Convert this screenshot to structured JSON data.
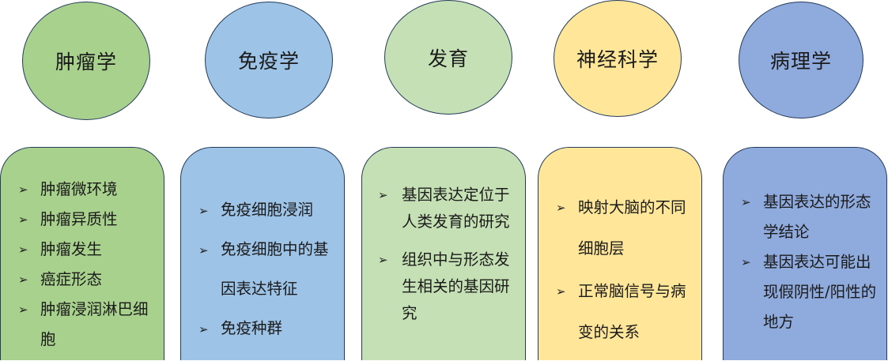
{
  "columns": [
    {
      "title": "肿瘤学",
      "color": "#a9d18e",
      "items": [
        "肿瘤微环境",
        "肿瘤异质性",
        "肿瘤发生",
        "癌症形态",
        "肿瘤浸润淋巴细胞"
      ]
    },
    {
      "title": "免疫学",
      "color": "#9dc3e6",
      "items": [
        "免疫细胞浸润",
        "免疫细胞中的基因表达特征",
        "免疫种群"
      ]
    },
    {
      "title": "发育",
      "color": "#c5e0b4",
      "items": [
        "基因表达定位于人类发育的研究",
        "组织中与形态发生相关的基因研究"
      ]
    },
    {
      "title": "神经科学",
      "color": "#ffe699",
      "items": [
        "映射大脑的不同细胞层",
        "正常脑信号与病变的关系"
      ]
    },
    {
      "title": "病理学",
      "color": "#8faadc",
      "items": [
        "基因表达的形态学结论",
        "基因表达可能出现假阴性/阳性的地方"
      ]
    }
  ],
  "bullet_icon": "arrow-bullet-icon"
}
